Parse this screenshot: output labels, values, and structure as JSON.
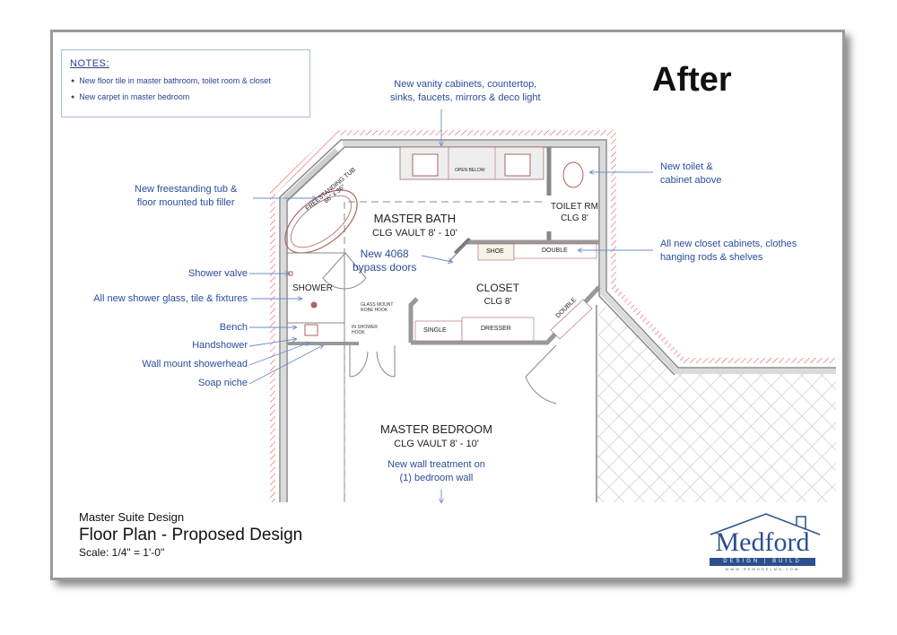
{
  "notes": {
    "title": "NOTES:",
    "items": [
      "New floor tile in master bathroom, toilet room & closet",
      "New carpet in master bedroom"
    ]
  },
  "heading": "After",
  "callouts": {
    "vanity": "New vanity cabinets, countertop,\nsinks, faucets, mirrors & deco light",
    "tub": "New freestanding tub &\nfloor mounted tub filler",
    "shower_valve": "Shower valve",
    "shower_glass": "All new shower glass, tile & fixtures",
    "bench": "Bench",
    "handshower": "Handshower",
    "showerhead": "Wall mount showerhead",
    "soap_niche": "Soap niche",
    "toilet": "New toilet &\ncabinet above",
    "closet_cabinets": "All new closet cabinets, clothes\nhanging rods & shelves",
    "bypass_doors": "New 4068\nbypass doors",
    "wall_treatment": "New wall treatment on\n(1) bedroom wall"
  },
  "rooms": {
    "master_bath": {
      "name": "MASTER BATH",
      "ceiling": "CLG VAULT 8' - 10'"
    },
    "toilet_rm": {
      "name": "TOILET RM",
      "ceiling": "CLG 8'"
    },
    "closet": {
      "name": "CLOSET",
      "ceiling": "CLG 8'"
    },
    "master_bedroom": {
      "name": "MASTER BEDROOM",
      "ceiling": "CLG VAULT 8' - 10'"
    },
    "shower": {
      "name": "SHOWER"
    }
  },
  "fixtures": {
    "tub": "FREESTANDING TUB\n66\" x 36\"",
    "open_below": "OPEN BELOW",
    "shoe": "SHOE",
    "double_top": "DOUBLE",
    "double_side": "DOUBLE",
    "single": "SINGLE",
    "dresser": "DRESSER",
    "robe_hook": "GLASS MOUNT\nROBE HOOK",
    "shower_hook": "IN SHOWER\nHOOK"
  },
  "title_block": {
    "project": "Master Suite Design",
    "title": "Floor Plan - Proposed Design",
    "scale": "Scale: 1/4\" = 1'-0\""
  },
  "logo": {
    "name": "Medford",
    "tagline": "DESIGN | BUILD",
    "url": "WWW.REMODELMN.COM"
  },
  "colors": {
    "callout": "#2a4d9c",
    "wall": "#c8c8c8",
    "fixture": "#b06060"
  }
}
